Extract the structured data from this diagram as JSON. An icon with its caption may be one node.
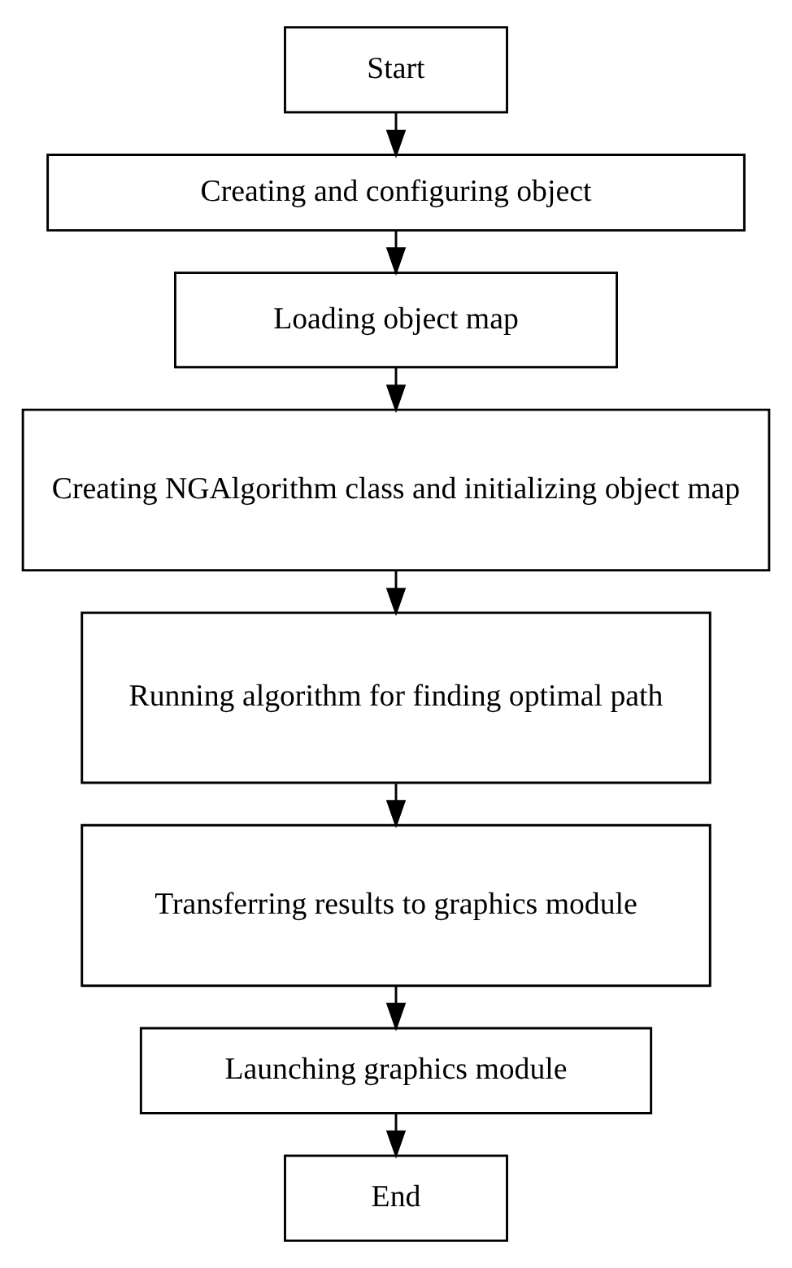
{
  "diagram": {
    "nodes": [
      {
        "text": [
          "Start"
        ]
      },
      {
        "text": [
          "Creating and configuring object"
        ]
      },
      {
        "text": [
          "Loading object map"
        ]
      },
      {
        "text": [
          "Creating NGAlgorithm class and initializing object map"
        ]
      },
      {
        "text": [
          "Running algorithm for finding optimal path"
        ]
      },
      {
        "text": [
          "Transferring results to graphics module"
        ]
      },
      {
        "text": [
          "Launching graphics module"
        ]
      },
      {
        "text": [
          "End"
        ]
      }
    ],
    "edges": [
      {
        "from": 0,
        "to": 1,
        "arrow": "to"
      },
      {
        "from": 1,
        "to": 2,
        "arrow": "to"
      },
      {
        "from": 2,
        "to": 3,
        "arrow": "to"
      },
      {
        "from": 3,
        "to": 4,
        "arrow": "to"
      },
      {
        "from": 4,
        "to": 5,
        "arrow": "to"
      },
      {
        "from": 5,
        "to": 6,
        "arrow": "to"
      },
      {
        "from": 6,
        "to": 7,
        "arrow": "to"
      }
    ]
  }
}
